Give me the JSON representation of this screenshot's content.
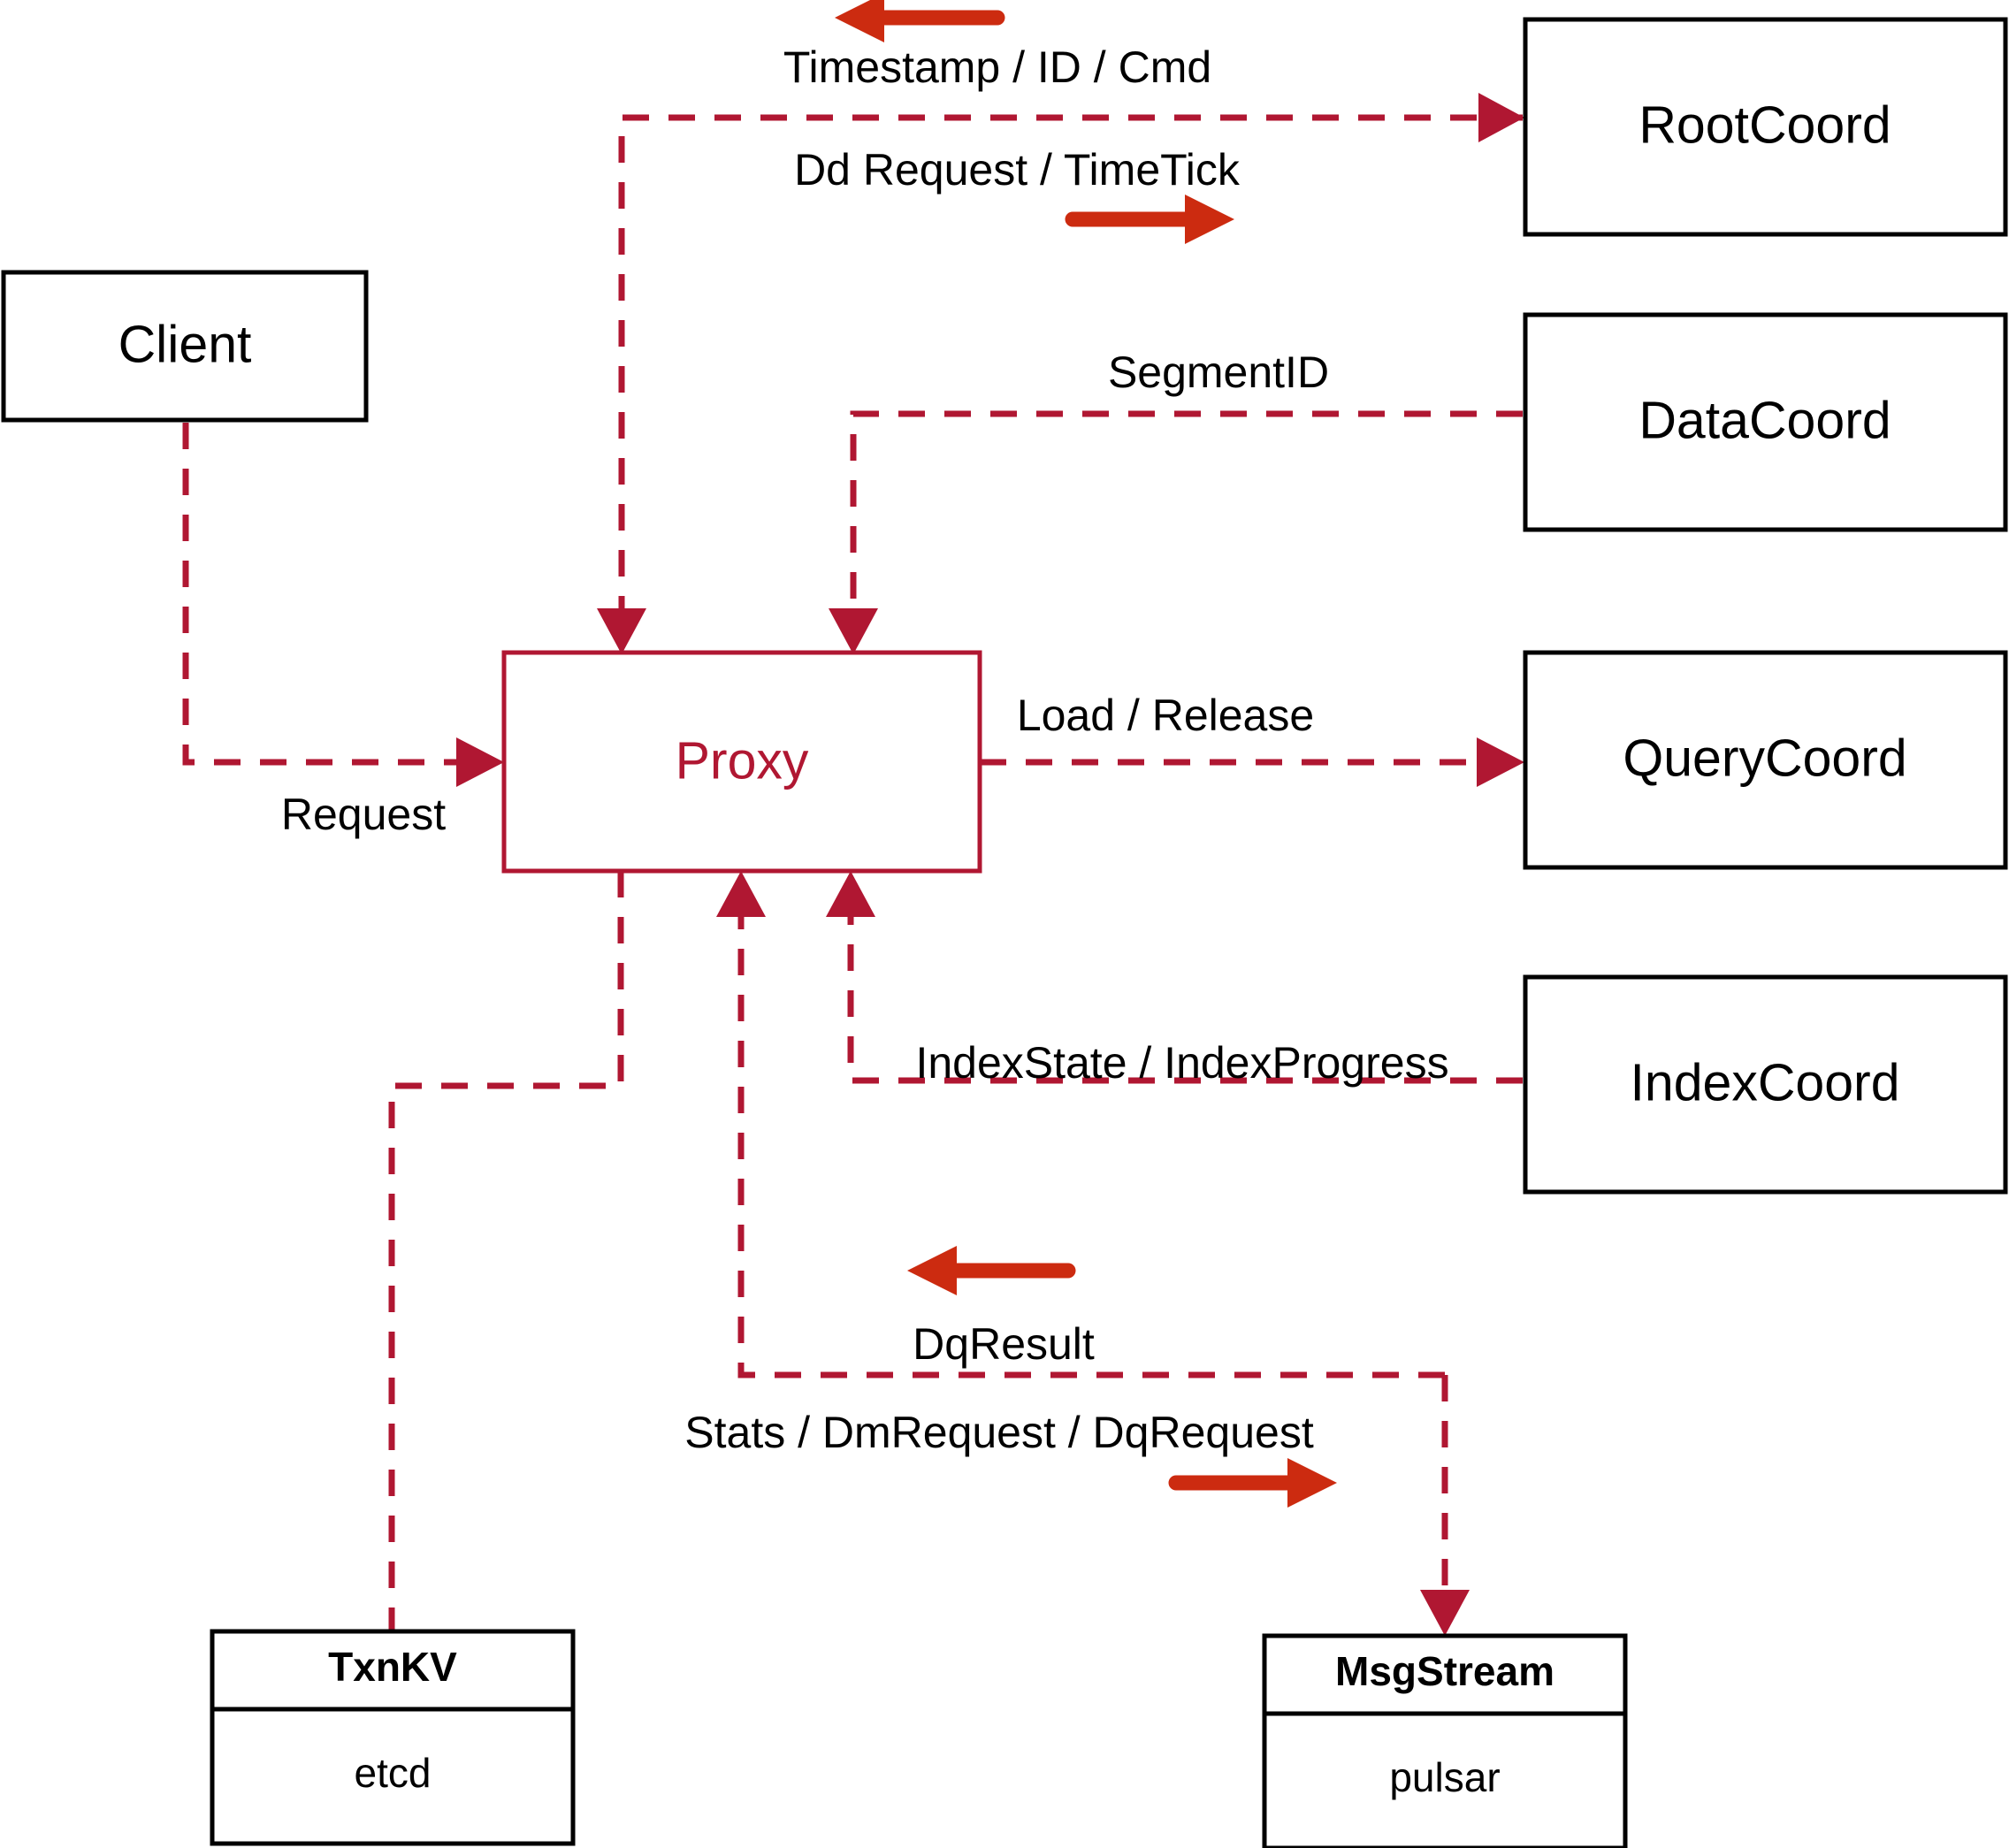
{
  "diagram": {
    "title": "Milvus Proxy component interaction diagram",
    "colors": {
      "node_stroke": "#000000",
      "accent": "#b01732",
      "arrow_red": "#cc2b10",
      "background": "#ffffff"
    },
    "nodes": {
      "client": {
        "label": "Client"
      },
      "proxy": {
        "label": "Proxy"
      },
      "root_coord": {
        "label": "RootCoord"
      },
      "data_coord": {
        "label": "DataCoord"
      },
      "query_coord": {
        "label": "QueryCoord"
      },
      "index_coord": {
        "label": "IndexCoord"
      },
      "txn_kv": {
        "title": "TxnKV",
        "impl": "etcd"
      },
      "msg_stream": {
        "title": "MsgStream",
        "impl": "pulsar"
      }
    },
    "edges": [
      {
        "id": "rootcoord-to-proxy",
        "label": "Timestamp / ID / Cmd",
        "from": "RootCoord",
        "to": "Proxy",
        "direction": "left"
      },
      {
        "id": "proxy-to-rootcoord",
        "label": "Dd Request / TimeTick",
        "from": "Proxy",
        "to": "RootCoord",
        "direction": "right"
      },
      {
        "id": "datacoord-to-proxy",
        "label": "SegmentID",
        "from": "DataCoord",
        "to": "Proxy",
        "direction": "left"
      },
      {
        "id": "client-to-proxy",
        "label": "Request",
        "from": "Client",
        "to": "Proxy",
        "direction": "right"
      },
      {
        "id": "proxy-to-querycoord",
        "label": "Load / Release",
        "from": "Proxy",
        "to": "QueryCoord",
        "direction": "right"
      },
      {
        "id": "indexcoord-to-proxy",
        "label": "IndexState / IndexProgress",
        "from": "IndexCoord",
        "to": "Proxy",
        "direction": "left"
      },
      {
        "id": "msgstream-to-proxy",
        "label": "DqResult",
        "from": "MsgStream",
        "to": "Proxy",
        "direction": "left"
      },
      {
        "id": "proxy-to-msgstream",
        "label": "Stats / DmRequest / DqRequest",
        "from": "Proxy",
        "to": "MsgStream",
        "direction": "right"
      },
      {
        "id": "proxy-to-txnkv",
        "label": "",
        "from": "Proxy",
        "to": "TxnKV",
        "direction": "down"
      }
    ]
  }
}
